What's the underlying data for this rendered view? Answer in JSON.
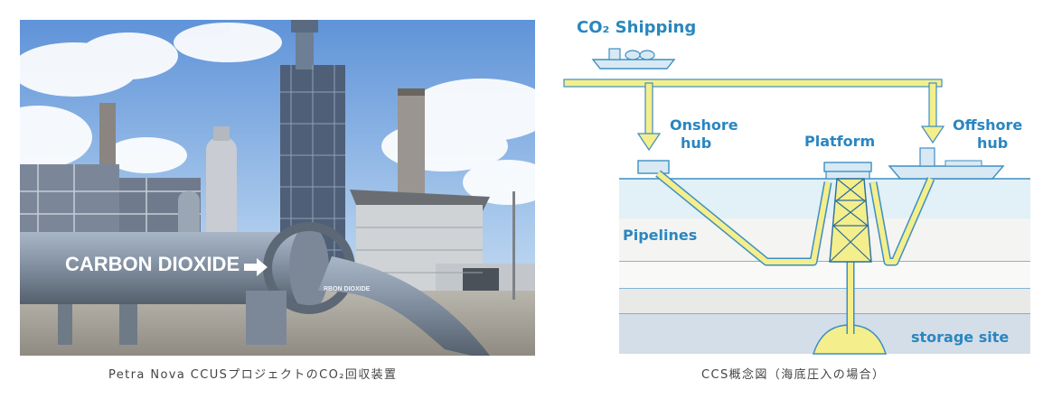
{
  "photo": {
    "pipe_text": "CARBON DIOXIDE",
    "pipe_text_small": "RBON DIOXIDE",
    "caption": "Petra Nova CCUSプロジェクトのCO₂回収装置"
  },
  "diagram": {
    "title": "CO₂ Shipping",
    "onshore_line1": "Onshore",
    "onshore_line2": "hub",
    "platform": "Platform",
    "offshore_line1": "Offshore",
    "offshore_line2": "hub",
    "pipelines": "Pipelines",
    "storage": "storage site",
    "caption": "CCS概念図（海底圧入の場合）"
  },
  "colors": {
    "label_blue": "#2a86c0",
    "pipeline_yellow": "#f4ee8c",
    "pipeline_outline": "#3d8fc2",
    "sea": "#e2f0f7"
  }
}
